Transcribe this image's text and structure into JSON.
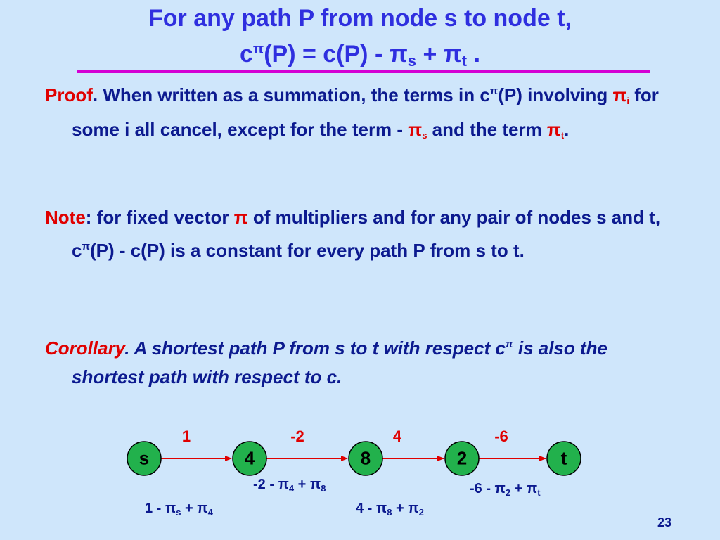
{
  "title": {
    "line1": "For any path P from node s to node t,",
    "line2": {
      "c": "c",
      "pi_sup": "π",
      "mid": "(P) = c(P) - π",
      "sub_s": "s",
      "plus": " + π",
      "sub_t": "t",
      "end": " ."
    }
  },
  "proof": {
    "label": "Proof",
    "t1": ".  When written as a summation, the terms in c",
    "pi_sup": "π",
    "t2": "(P) involving  ",
    "pi": "π",
    "sub_i": "i",
    "t3": "  for some i all cancel, except for the term - ",
    "pi_s": "π",
    "sub_s": "s",
    "t4": " and the term ",
    "pi_t": "π",
    "sub_t": "t",
    "t5": "."
  },
  "note": {
    "label": "Note",
    "t1": ":  for fixed vector ",
    "pi": "π",
    "t2": " of multipliers and for any pair of nodes s and t,  c",
    "pi_sup": "π",
    "t3": "(P) - c(P)  is a constant for every path P from s to t."
  },
  "corollary": {
    "label": "Corollary",
    "t1": ".  A shortest path P from s to t with respect c",
    "pi_sup": "π",
    "t2": " is also the shortest path with respect to c."
  },
  "graph": {
    "nodes": [
      "s",
      "4",
      "8",
      "2",
      "t"
    ],
    "edge_costs": [
      "1",
      "-2",
      "4",
      "-6"
    ],
    "reduced_costs": [
      {
        "a": "1 - π",
        "b": "s",
        "c": " + π",
        "d": "4"
      },
      {
        "a": "-2 - π",
        "b": "4",
        "c": " + π",
        "d": "8"
      },
      {
        "a": "4 - π",
        "b": "8",
        "c": " + π",
        "d": "2"
      },
      {
        "a": "-6 - π",
        "b": "2",
        "c": " + π",
        "d": "t"
      }
    ]
  },
  "page_number": "23",
  "colors": {
    "background": "#cfe6fb",
    "title": "#2f2fdf",
    "body_text": "#0c1a8f",
    "accent_red": "#e00000",
    "rule": "#d400d4",
    "node_fill": "#22b14c"
  }
}
